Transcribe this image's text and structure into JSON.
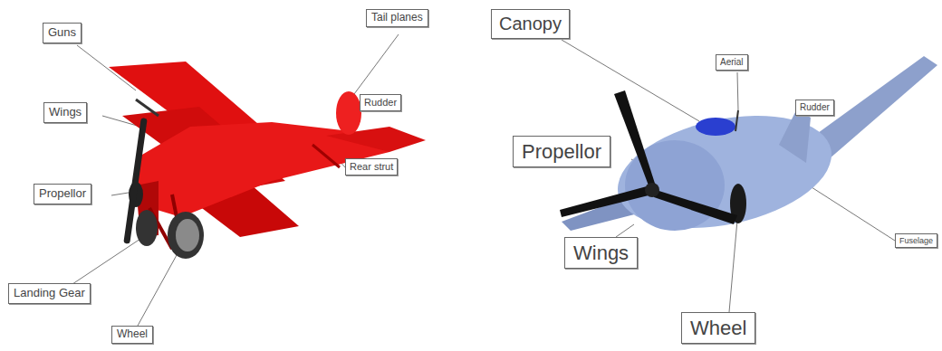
{
  "diagram": {
    "nodes": [
      {
        "text": [
          "Guns"
        ]
      },
      {
        "text": [
          "Tail planes"
        ]
      },
      {
        "text": [
          "Wings"
        ]
      },
      {
        "text": [
          "Rudder"
        ]
      },
      {
        "text": [
          "Propellor"
        ]
      },
      {
        "text": [
          "Rear strut"
        ]
      },
      {
        "text": [
          "Landing Gear"
        ]
      },
      {
        "text": [
          "Wheel"
        ]
      },
      {
        "text": [
          "Canopy"
        ]
      },
      {
        "text": [
          "Aerial"
        ]
      },
      {
        "text": [
          "Rudder"
        ]
      },
      {
        "text": [
          "Propellor"
        ]
      },
      {
        "text": [
          "Wings"
        ]
      },
      {
        "text": [
          "Fuselage"
        ]
      },
      {
        "text": [
          "Wheel"
        ]
      }
    ]
  }
}
